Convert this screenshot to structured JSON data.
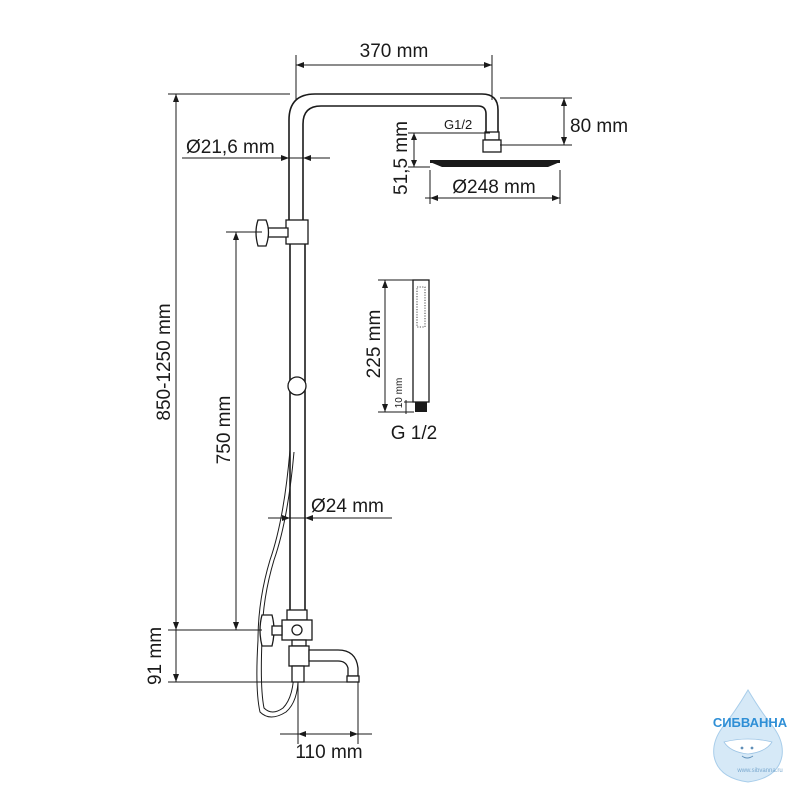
{
  "dimensions": {
    "arm_length": "370 mm",
    "head_drop": "80 mm",
    "thread_head": "G1/2",
    "head_height": "51,5 mm",
    "head_diameter": "Ø248 mm",
    "pipe_upper_diameter": "Ø21,6 mm",
    "total_height": "850-1250 mm",
    "slide_range": "750 mm",
    "pipe_lower_diameter": "Ø24 mm",
    "mixer_height": "91 mm",
    "spout_length": "110 mm",
    "handshower_length": "225 mm",
    "handshower_nut": "10 mm",
    "thread_hand": "G 1/2"
  },
  "logo": {
    "name": "СИБВАННА",
    "url": "www.sibvanna.ru"
  }
}
